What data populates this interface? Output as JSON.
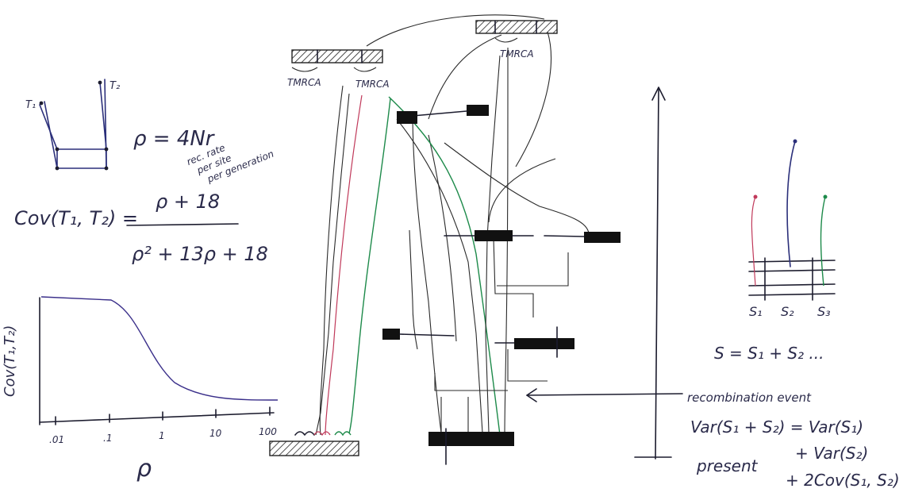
{
  "colors": {
    "board": "#ffffff",
    "ink_black": "#1c1c2e",
    "ink_navy": "#2b2f7a",
    "ink_red": "#c0395a",
    "ink_green": "#1d8a4a",
    "ink_purple": "#3a2f8a"
  },
  "left_panel": {
    "t1_label": "T₁",
    "t2_label": "T₂",
    "rho_def": "ρ = 4Nr",
    "rate_note": [
      "rec. rate",
      "per site",
      "per generation"
    ],
    "cov_lhs": "Cov(T₁, T₂) =",
    "cov_num": "ρ + 18",
    "cov_den": "ρ² + 13ρ + 18",
    "plot": {
      "ylabel": "Cov(T₁,T₂)",
      "xlabel": "ρ",
      "ticks": [
        ".01",
        ".1",
        "1",
        "10",
        "100"
      ]
    }
  },
  "center": {
    "tmrca_labels": [
      "TMRCA",
      "TMRCA",
      "TMRCA"
    ]
  },
  "right_panel": {
    "site_labels": [
      "S₁",
      "S₂",
      "S₃"
    ],
    "sum_eq": "S = S₁ + S₂ ...",
    "recomb_note": "recombination event",
    "var_lhs": "Var(S₁ + S₂) = Var(S₁)",
    "var_line2": "+ Var(S₂)",
    "var_line3": "+ 2Cov(S₁, S₂)",
    "present": "present"
  }
}
